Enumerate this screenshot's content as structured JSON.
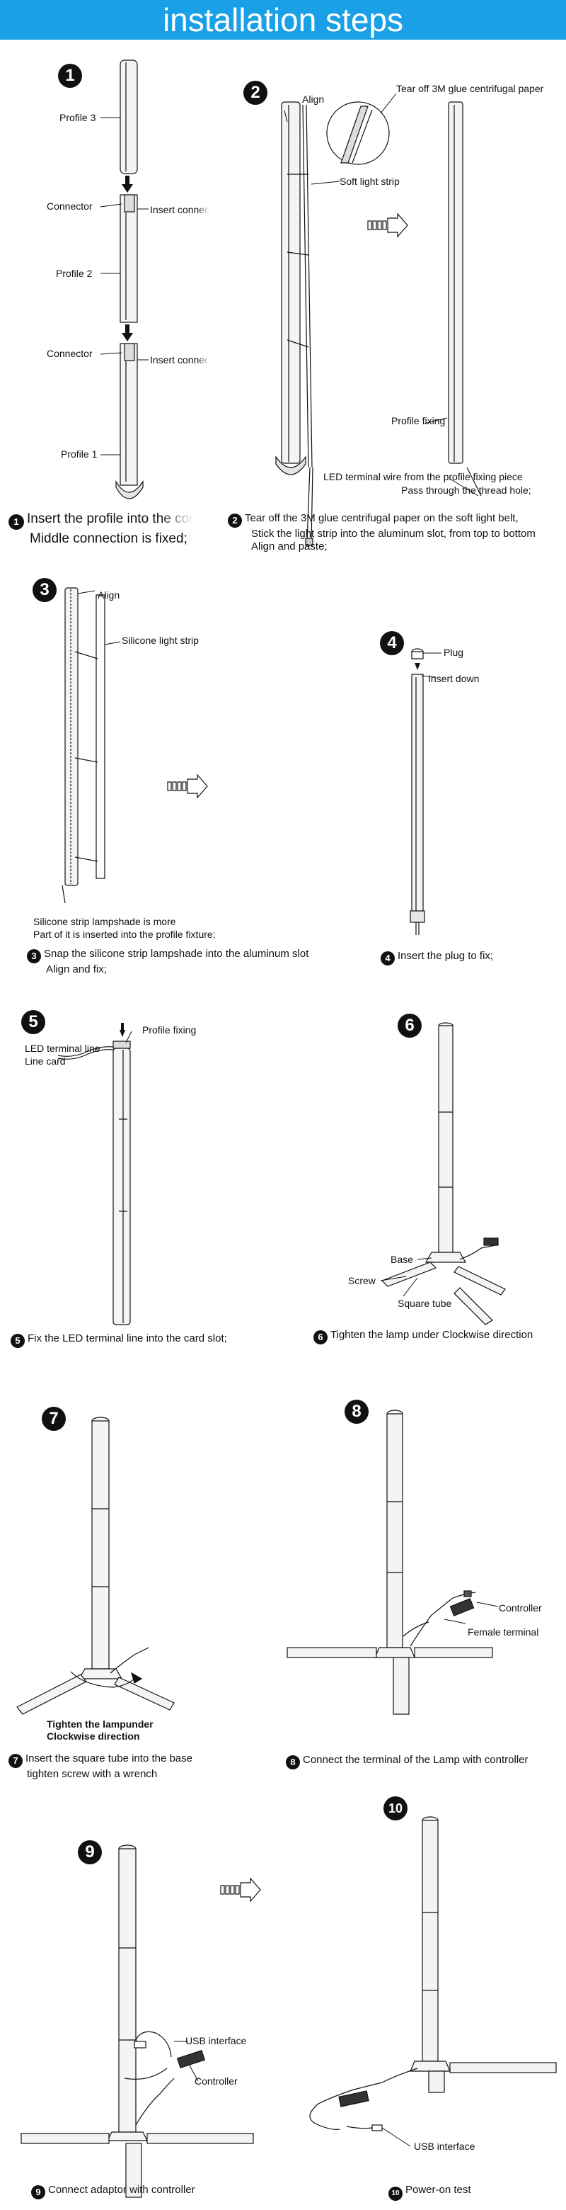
{
  "title": "installation steps",
  "steps": [
    {
      "num": "1",
      "labels": {
        "profile3": "Profile 3",
        "connector1": "Connector",
        "insert1": "Insert connec",
        "profile2": "Profile 2",
        "connector2": "Connector",
        "insert2": "Insert connec",
        "profile1": "Profile 1"
      },
      "caption_l1": "Insert the profile into the cor",
      "caption_l2": "Middle connection is fixed;"
    },
    {
      "num": "2",
      "labels": {
        "align": "Align",
        "tear": "Tear off 3M glue centrifugal paper",
        "soft": "Soft light strip",
        "fixing": "Profile fixing",
        "wire1": "LED terminal wire from the profile fixing piece",
        "wire2": "Pass through the thread hole;"
      },
      "caption_l1": "Tear off the 3M glue centrifugal paper on the soft light belt,",
      "caption_l2": "Stick the light strip into the aluminum slot, from top to bottom",
      "caption_l3": "Align and paste;"
    },
    {
      "num": "3",
      "labels": {
        "align": "Align",
        "silicone": "Silicone light strip",
        "note1": "Silicone strip lampshade is more",
        "note2": "Part of it is inserted into the profile fixture;"
      },
      "caption_l1": "Snap the silicone strip lampshade into the aluminum slot",
      "caption_l2": "Align and fix;"
    },
    {
      "num": "4",
      "labels": {
        "plug": "Plug",
        "insert": "Insert down"
      },
      "caption_l1": "Insert the plug to fix;"
    },
    {
      "num": "5",
      "labels": {
        "fixing": "Profile fixing",
        "line": "LED terminal line",
        "card": "Line card"
      },
      "caption_l1": "Fix the LED terminal line into the card slot;"
    },
    {
      "num": "6",
      "labels": {
        "base": "Base",
        "screw": "Screw",
        "tube": "Square tube"
      },
      "caption_l1": "Tighten the lamp under Clockwise direction"
    },
    {
      "num": "7",
      "labels": {
        "tighten1": "Tighten the lampunder",
        "tighten2": "Clockwise direction"
      },
      "caption_l1": "Insert the square tube into the base",
      "caption_l2": "tighten screw with a wrench"
    },
    {
      "num": "8",
      "labels": {
        "controller": "Controller",
        "female": "Female terminal"
      },
      "caption_l1": "Connect the terminal of the Lamp with controller"
    },
    {
      "num": "9",
      "labels": {
        "usb": "USB interface",
        "controller": "Controller"
      },
      "caption_l1": "Connect adaptor with controller"
    },
    {
      "num": "10",
      "labels": {
        "usb": "USB interface"
      },
      "caption_l1": "Power-on test"
    }
  ],
  "colors": {
    "banner": "#1aa0e6",
    "ink": "#111111",
    "metal": "#f2f2f2"
  }
}
